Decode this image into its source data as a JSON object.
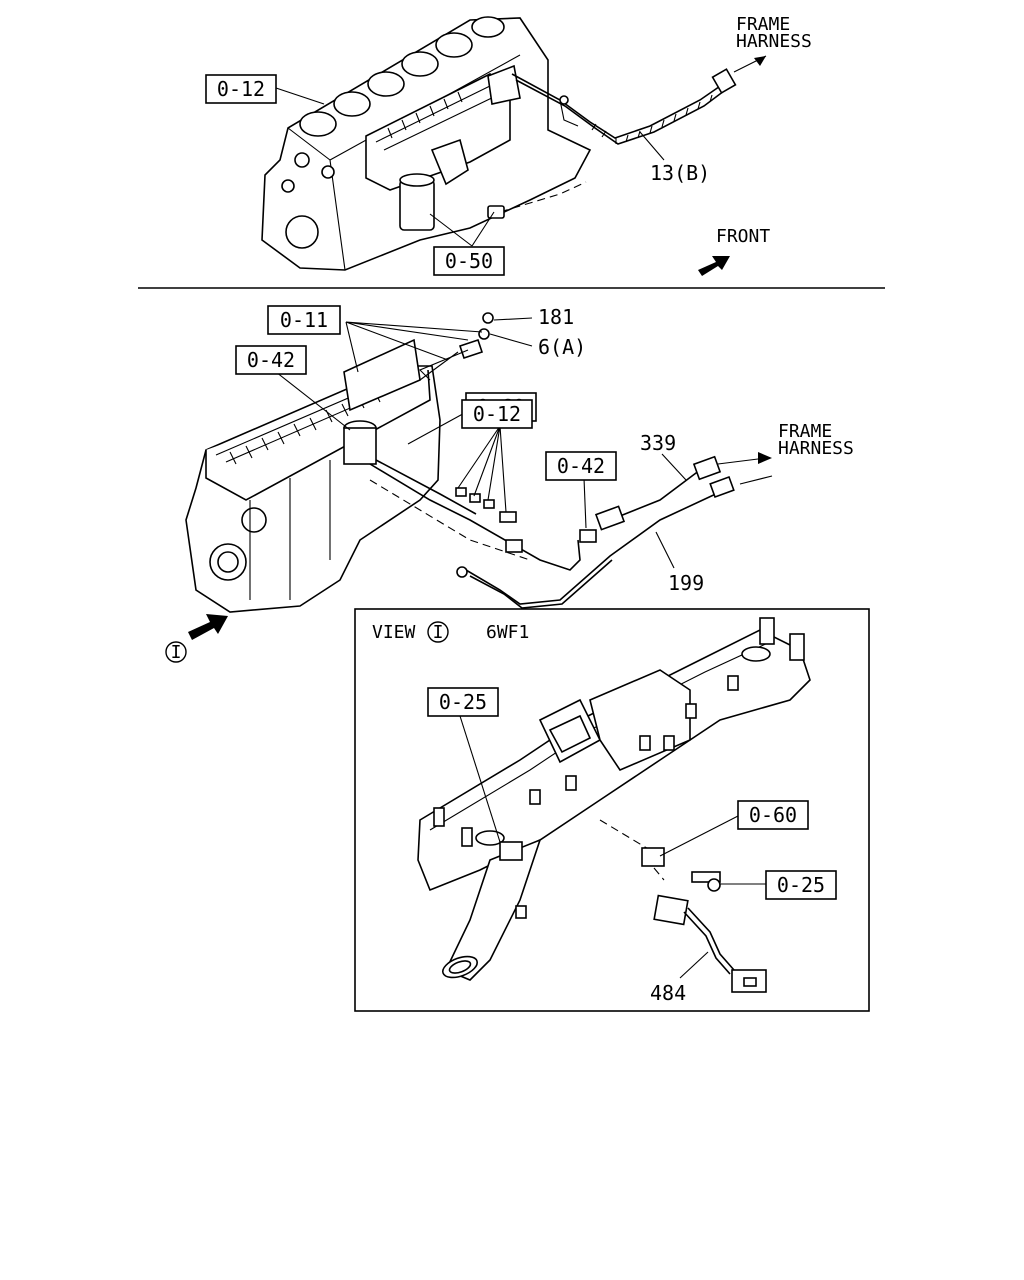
{
  "top_view": {
    "ref_engine": "0-12",
    "ref_sensor": "0-50",
    "harness_part": "13(B)",
    "frame_harness_line1": "FRAME",
    "frame_harness_line2": "HARNESS",
    "front_label": "FRONT"
  },
  "middle_view": {
    "ref_0_11": "0-11",
    "ref_0_42_engine": "0-42",
    "ref_0_60": "0-60",
    "ref_0_12": "0-12",
    "ref_0_42_connector": "0-42",
    "part_181": "181",
    "part_6a": "6(A)",
    "part_339": "339",
    "part_199": "199",
    "frame_harness_line1": "FRAME",
    "frame_harness_line2": "HARNESS",
    "view_marker": "I"
  },
  "detail_view": {
    "view_prefix": "VIEW",
    "view_marker": "I",
    "model": "6WF1",
    "ref_manifold": "0-25",
    "ref_bracket": "0-60",
    "ref_bolt": "0-25",
    "part_484": "484"
  }
}
